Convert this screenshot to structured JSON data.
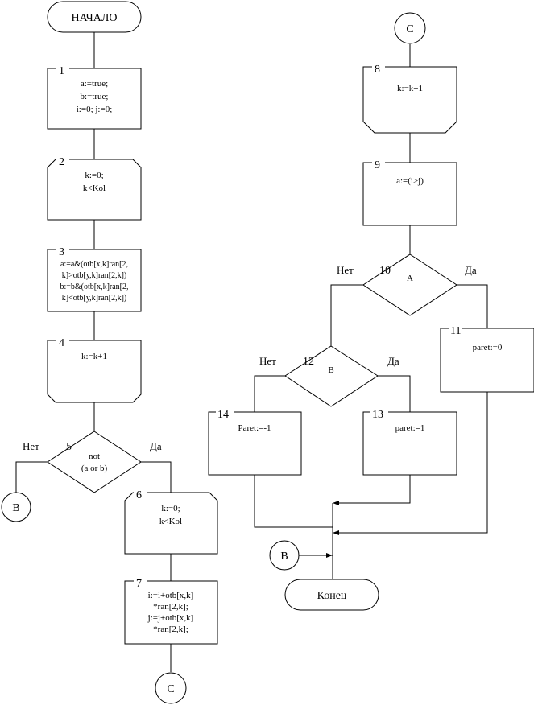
{
  "start": "НАЧАЛО",
  "end": "Конец",
  "blocks": {
    "b1": {
      "num": "1",
      "lines": [
        "a:=true;",
        "b:=true;",
        "i:=0; j:=0;"
      ]
    },
    "b2": {
      "num": "2",
      "lines": [
        "k:=0;",
        "k<Kol"
      ]
    },
    "b3": {
      "num": "3",
      "lines": [
        "a:=a&(otb[x,k]ran[2,",
        "k]>otb[y,k]ran[2,k])",
        "b:=b&(otb[x,k]ran[2,",
        "k]<otb[y,k]ran[2,k])"
      ]
    },
    "b4": {
      "num": "4",
      "lines": [
        "k:=k+1"
      ]
    },
    "b5": {
      "num": "5",
      "lines": [
        "not",
        "(a or b)"
      ]
    },
    "b6": {
      "num": "6",
      "lines": [
        "k:=0;",
        "k<Kol"
      ]
    },
    "b7": {
      "num": "7",
      "lines": [
        "i:=i+otb[x,k]",
        "*ran[2,k];",
        "j:=j+otb[x,k]",
        "*ran[2,k];"
      ]
    },
    "b8": {
      "num": "8",
      "lines": [
        "k:=k+1"
      ]
    },
    "b9": {
      "num": "9",
      "lines": [
        "a:=(i>j)"
      ]
    },
    "b10": {
      "num": "10",
      "lines": [
        "A"
      ]
    },
    "b11": {
      "num": "11",
      "lines": [
        "paret:=0"
      ]
    },
    "b12": {
      "num": "12",
      "lines": [
        "B"
      ]
    },
    "b13": {
      "num": "13",
      "lines": [
        "paret:=1"
      ]
    },
    "b14": {
      "num": "14",
      "lines": [
        "Paret:=-1"
      ]
    }
  },
  "connectors": {
    "B": "B",
    "C": "C"
  },
  "branch": {
    "yes": "Да",
    "no": "Нет"
  }
}
